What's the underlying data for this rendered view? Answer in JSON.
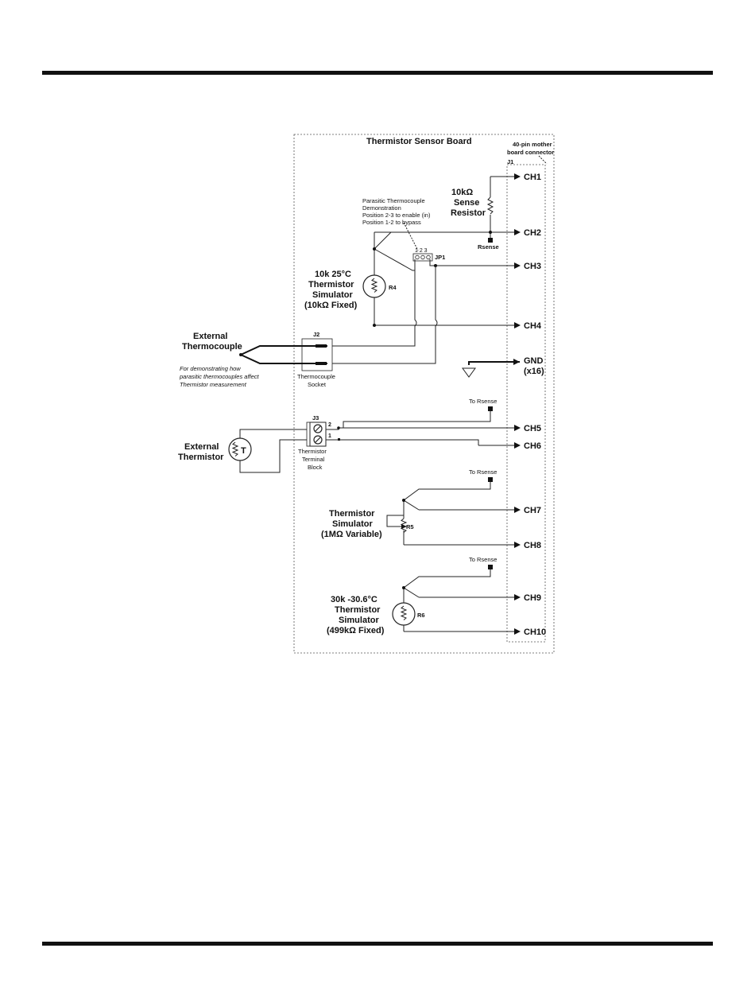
{
  "board": {
    "title": "Thermistor Sensor Board",
    "connector_note_line1": "40-pin mother",
    "connector_note_line2": "board connector",
    "connector_ref": "J1"
  },
  "channels": [
    "CH1",
    "CH2",
    "CH3",
    "CH4",
    "GND",
    "CH5",
    "CH6",
    "CH7",
    "CH8",
    "CH9",
    "CH10"
  ],
  "gnd_count": "(x16)",
  "sense_resistor": {
    "line1": "10kΩ",
    "line2": "Sense",
    "line3": "Resistor",
    "node": "Rsense"
  },
  "jumper": {
    "ref": "JP1",
    "pins": "1  2  3",
    "note_line1": "Parasitic Thermocouple",
    "note_line2": "Demonstration",
    "note_line3": "Position 2-3 to enable (in)",
    "note_line4": "Position 1-2 to bypass"
  },
  "r4": {
    "ref": "R4",
    "line1": "10k 25°C",
    "line2": "Thermistor",
    "line3": "Simulator",
    "line4": "(10kΩ Fixed)"
  },
  "thermocouple": {
    "line1": "External",
    "line2": "Thermocouple",
    "note_line1": "For demonstrating how",
    "note_line2": "parasitic thermocouples affect",
    "note_line3": "Thermistor measurement",
    "socket_ref": "J2",
    "socket_line1": "Thermocouple",
    "socket_line2": "Socket"
  },
  "ext_thermistor": {
    "line1": "External",
    "line2": "Thermistor",
    "symbol": "T"
  },
  "terminal_block": {
    "ref": "J3",
    "pin2": "2",
    "pin1": "1",
    "line1": "Thermistor",
    "line2": "Terminal",
    "line3": "Block"
  },
  "to_rsense": "To Rsense",
  "r5": {
    "ref": "R5",
    "line1": "Thermistor",
    "line2": "Simulator",
    "line3": "(1MΩ Variable)"
  },
  "r6": {
    "ref": "R6",
    "line1": "30k  -30.6°C",
    "line2": "Thermistor",
    "line3": "Simulator",
    "line4": "(499kΩ Fixed)"
  }
}
